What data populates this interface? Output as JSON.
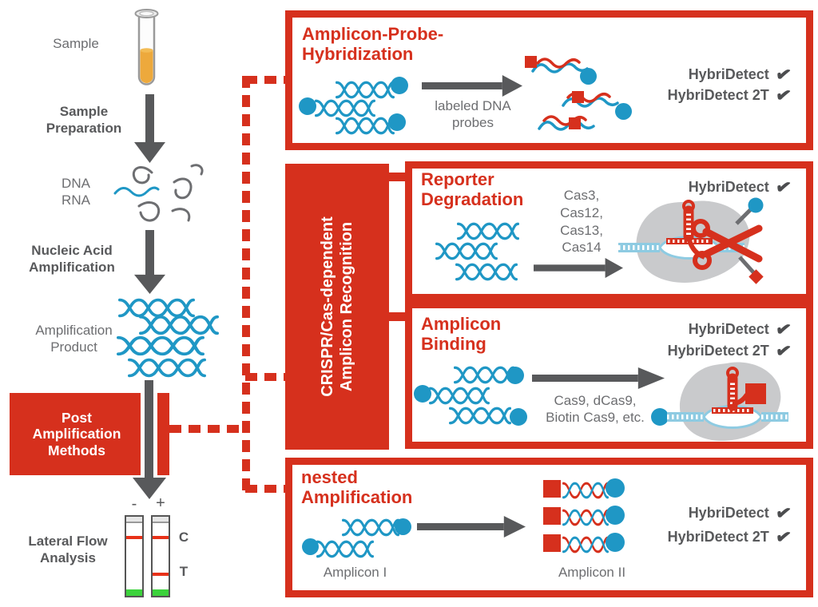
{
  "colors": {
    "accent_red": "#d6301d",
    "dna_blue": "#1f97c5",
    "text_dark_gray": "#58595b",
    "text_mid_gray": "#6d6e71",
    "protein_blob_gray": "#c9cacc",
    "strip_green": "#3bd23b",
    "sample_amber": "#eda93c"
  },
  "left_flow": {
    "sample_label": "Sample",
    "sample_preparation_label": "Sample\nPreparation",
    "dna_rna_label": "DNA\nRNA",
    "nucleic_acid_label": "Nucleic Acid\nAmplification",
    "amplification_product_label": "Amplification\nProduct",
    "post_amplification_label": "Post\nAmplification\nMethods",
    "lateral_flow_label": "Lateral Flow\nAnalysis",
    "strip_negative_label": "-",
    "strip_positive_label": "+",
    "control_line_label": "C",
    "test_line_label": "T"
  },
  "center_panel": {
    "label": "CRISPR/Cas-dependent\nAmplicon Recognition"
  },
  "check_icon": "✔",
  "boxes": {
    "hybridization": {
      "title": "Amplicon-Probe-\nHybridization",
      "arrow_label": "labeled DNA\nprobes",
      "products": [
        "HybriDetect",
        "HybriDetect 2T"
      ]
    },
    "reporter_degradation": {
      "title": "Reporter\nDegradation",
      "enzymes": "Cas3,\nCas12,\nCas13,\nCas14",
      "products": [
        "HybriDetect"
      ]
    },
    "amplicon_binding": {
      "title": "Amplicon\nBinding",
      "enzymes": "Cas9, dCas9,\nBiotin Cas9, etc.",
      "products": [
        "HybriDetect",
        "HybriDetect 2T"
      ]
    },
    "nested_amplification": {
      "title": "nested\nAmplification",
      "input_label": "Amplicon I",
      "output_label": "Amplicon II",
      "products": [
        "HybriDetect",
        "HybriDetect 2T"
      ]
    }
  }
}
